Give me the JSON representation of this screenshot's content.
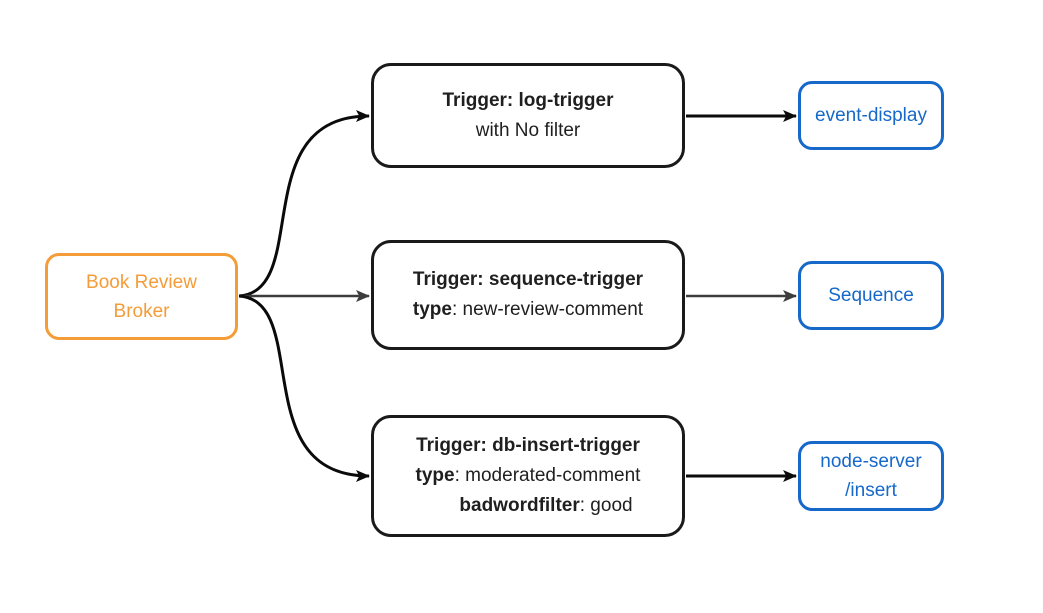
{
  "nodes": {
    "broker": {
      "line1": "Book Review",
      "line2": "Broker"
    },
    "trigger_log": {
      "title": "Trigger: log-trigger",
      "subtitle": "with No filter"
    },
    "trigger_sequence": {
      "title": "Trigger: sequence-trigger",
      "attr1_key": "type",
      "attr1_value": ": new-review-comment"
    },
    "trigger_db_insert": {
      "title": "Trigger: db-insert-trigger",
      "attr1_key": "type",
      "attr1_value": ": moderated-comment",
      "attr2_key": "badwordfilter",
      "attr2_value": ": good"
    },
    "event_display": {
      "label": "event-display"
    },
    "sequence": {
      "label": "Sequence"
    },
    "node_server": {
      "line1": "node-server",
      "line2": "/insert"
    }
  },
  "colors": {
    "broker_accent": "#F49C38",
    "output_accent": "#1668C9",
    "edge_primary": "#0A0A0A",
    "edge_secondary": "#3D3D3D",
    "trigger_border": "#1A1A1A",
    "background": "#FFFFFF"
  }
}
